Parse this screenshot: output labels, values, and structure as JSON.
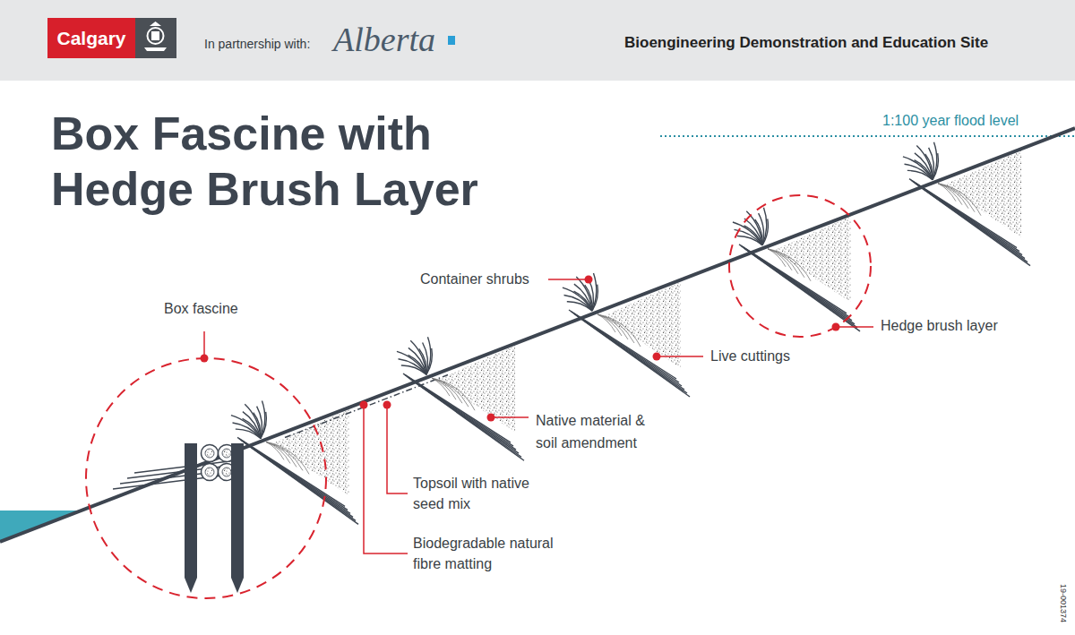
{
  "diagram": {
    "title": "Box Fascine with Hedge Brush Layer",
    "nodes": [
      {
        "text": [
          "Calgary"
        ]
      }
    ],
    "labels": [
      "In partnership with:",
      "Alberta",
      "Bioengineering Demonstration and Education Site",
      "1:100 year flood level",
      "Container shrubs",
      "Box fascine",
      "Hedge brush layer",
      "Live cuttings",
      "Native material & soil amendment",
      "Topsoil with native seed mix",
      "Biodegradable natural fibre matting",
      "19-001374"
    ]
  }
}
